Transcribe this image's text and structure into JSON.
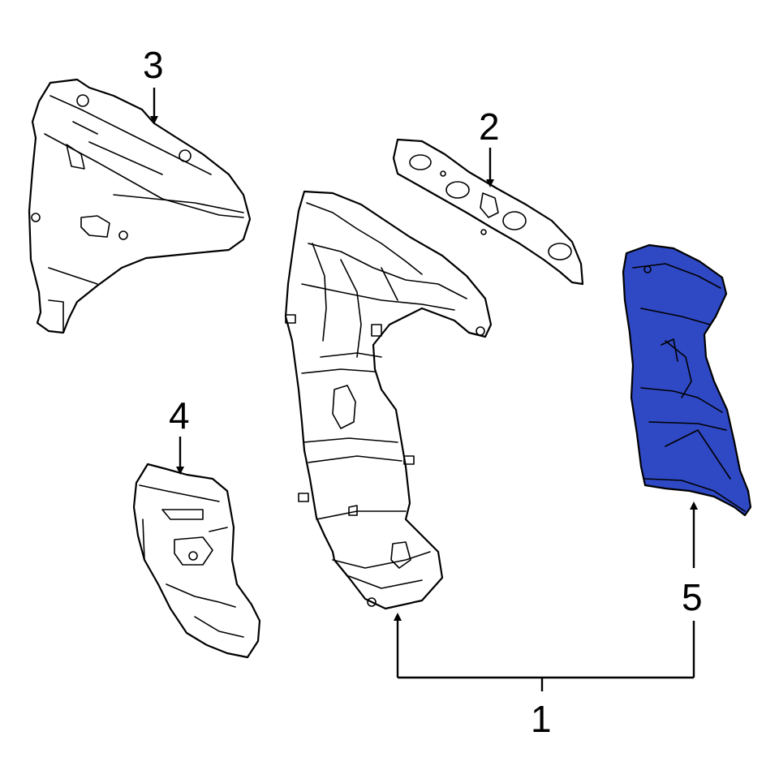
{
  "callouts": [
    {
      "number": "1",
      "part": "exhaust-manifold-catalytic-converter"
    },
    {
      "number": "2",
      "part": "manifold-gasket"
    },
    {
      "number": "3",
      "part": "upper-heat-shield"
    },
    {
      "number": "4",
      "part": "lower-heat-shield"
    },
    {
      "number": "5",
      "part": "highlighted-heat-shield"
    }
  ],
  "colors": {
    "highlight": "#2f48c4",
    "line": "#000000",
    "background": "#ffffff"
  },
  "highlighted_callout": "5"
}
